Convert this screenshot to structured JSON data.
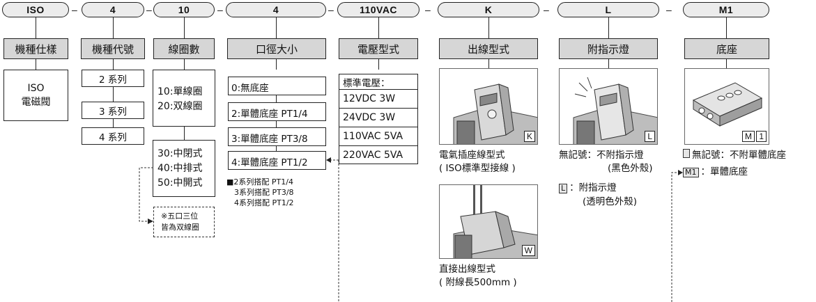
{
  "codes": [
    "ISO",
    "4",
    "10",
    "4",
    "110VAC",
    "K",
    "L",
    "M1"
  ],
  "headers": [
    "機種仕樣",
    "機種代號",
    "線圈數",
    "口徑大小",
    "電壓型式",
    "出線型式",
    "附指示燈",
    "底座"
  ],
  "model_spec": {
    "line1": "ISO",
    "line2": "電磁閥"
  },
  "series": [
    "2 系列",
    "3 系列",
    "4 系列"
  ],
  "coil": {
    "group1": [
      "10:單線圈",
      "20:双線圈"
    ],
    "group2": [
      "30:中閉式",
      "40:中排式",
      "50:中開式"
    ],
    "note_line1": "※五口三位",
    "note_line2": "皆為双線圈"
  },
  "port": {
    "options": [
      "0:無底座",
      "2:單體底座 PT1/4",
      "3:單體底座 PT3/8",
      "4:單體底座 PT1/2"
    ],
    "notes": [
      "■2系列搭配 PT1/4",
      "3系列搭配 PT3/8",
      "4系列搭配 PT1/2"
    ]
  },
  "voltage": {
    "title": "標準電壓：",
    "options": [
      "12VDC 3W",
      "24VDC 3W",
      "110VAC 5VA",
      "220VAC 5VA"
    ]
  },
  "wiring": {
    "k_code": "K",
    "k_caption1": "電氣插座線型式",
    "k_caption2": "( ISO標準型接線 )",
    "w_code": "W",
    "w_caption1": "直接出線型式",
    "w_caption2": "( 附線長500mm )"
  },
  "indicator": {
    "code": "L",
    "none_label": "無記號：不附指示燈",
    "none_sub": "(黑色外殼)",
    "l_tag": "L",
    "l_label": "：附指示燈",
    "l_sub": "(透明色外殼)"
  },
  "base": {
    "code_m": "M",
    "code_1": "1",
    "none_label": "無記號：不附單體底座",
    "m1_tag": "M1",
    "m1_label": "：單體底座"
  },
  "colors": {
    "header_bg": "#d6d6d6",
    "pill_bg": "#ececec",
    "border": "#222222"
  }
}
